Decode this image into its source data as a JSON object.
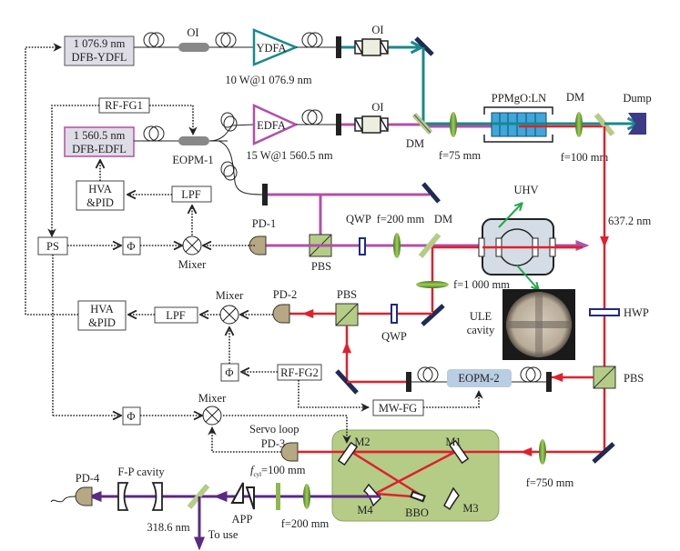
{
  "sources": {
    "ydfl": {
      "line1": "1 076.9 nm",
      "line2": "DFB-YDFL"
    },
    "edfl": {
      "line1": "1 560.5 nm",
      "line2": "DFB-EDFL"
    }
  },
  "amplifiers": {
    "ydfa": {
      "label": "YDFA",
      "power": "10 W@1 076.9 nm"
    },
    "edfa": {
      "label": "EDFA",
      "power": "15 W@1 560.5 nm"
    }
  },
  "isolators": {
    "fiber_oi": "OI",
    "free_oi_top": "OI",
    "free_oi_mid": "OI"
  },
  "electronics": {
    "rf_fg1": "RF-FG1",
    "rf_fg2": "RF-FG2",
    "mw_fg": "MW-FG",
    "eopm1": "EOPM-1",
    "eopm2": "EOPM-2",
    "hva_pid_1": {
      "line1": "HVA",
      "line2": "&PID"
    },
    "hva_pid_2": {
      "line1": "HVA",
      "line2": "&PID"
    },
    "lpf_1": "LPF",
    "lpf_2": "LPF",
    "ps": "PS",
    "phase": "Φ",
    "mixer": "Mixer",
    "servo_loop": "Servo loop"
  },
  "detectors": {
    "pd1": "PD-1",
    "pd2": "PD-2",
    "pd3": "PD-3",
    "pd4": "PD-4"
  },
  "optics": {
    "dm": "DM",
    "pbs": "PBS",
    "qwp": "QWP",
    "hwp": "HWP",
    "crystal": "PPMgO:LN",
    "dump": "Dump",
    "f75": "f=75 mm",
    "f100": "f=100 mm",
    "f200_top": "f=200 mm",
    "f1000": "f=1 000 mm",
    "f750": "f=750 mm",
    "fcyl": "f",
    "fcyl_sub": "cyl",
    "fcyl_val": "=100 mm",
    "f200_bottom": "f=200 mm",
    "app": "APP",
    "bbo": "BBO",
    "m1": "M1",
    "m2": "M2",
    "m3": "M3",
    "m4": "M4",
    "fp_cavity": "F-P cavity",
    "uhv": "UHV",
    "ule_line1": "ULE",
    "ule_line2": "cavity"
  },
  "wavelengths": {
    "red": "637.2 nm",
    "uv": "318.6 nm",
    "to_use": "To use"
  },
  "colors": {
    "ydfl_beam": "#18898a",
    "edfl_beam": "#b050a8",
    "red_beam": "#e0202c",
    "uv_beam": "#5a2a86",
    "enclosure": "#b5cc86",
    "crystal": "#3ea7dc",
    "eopm2": "#b9cde3"
  }
}
